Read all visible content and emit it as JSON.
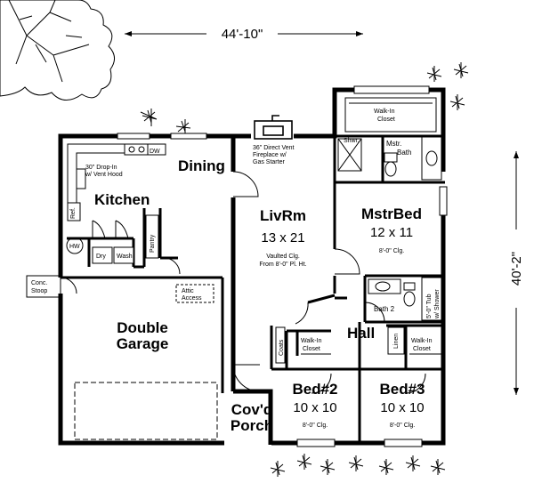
{
  "dimensions": {
    "width": "44'-10\"",
    "depth": "40'-2\""
  },
  "rooms": {
    "dining": {
      "label": "Dining"
    },
    "kitchen": {
      "label": "Kitchen"
    },
    "living": {
      "label": "LivRm",
      "size": "13 x 21",
      "note1": "Vaulted Clg.",
      "note2": "From 8'-0\" Pl. Ht."
    },
    "master_bed": {
      "label": "MstrBed",
      "size": "12 x 11",
      "ceiling": "8'-0\" Clg."
    },
    "master_bath": {
      "label1": "Mstr.",
      "label2": "Bath"
    },
    "bath2": {
      "label": "Bath 2"
    },
    "hall": {
      "label": "Hall"
    },
    "bed2": {
      "label": "Bed#2",
      "size": "10 x 10",
      "ceiling": "8'-0\" Clg."
    },
    "bed3": {
      "label": "Bed#3",
      "size": "10 x 10",
      "ceiling": "8'-0\" Clg."
    },
    "garage": {
      "label1": "Double",
      "label2": "Garage"
    },
    "porch": {
      "label1": "Cov'd",
      "label2": "Porch"
    },
    "stoop": {
      "label1": "Conc.",
      "label2": "Stoop"
    }
  },
  "labels": {
    "drop_in1": "30\" Drop-In",
    "drop_in2": "w/ Vent Hood",
    "dw": "DW",
    "fireplace1": "36\" Direct Vent",
    "fireplace2": "Fireplace w/",
    "fireplace3": "Gas Starter",
    "ref": "Ref.",
    "pantry": "Pantry",
    "hw": "HW",
    "dry": "Dry",
    "wash": "Wash",
    "attic1": "Attic",
    "attic2": "Access",
    "walkin_top1": "Walk-In",
    "walkin_top2": "Closet",
    "shwr": "Shwr.",
    "tub1": "5'-0\" Tub",
    "tub2": "w/ Shower",
    "linen": "Linen",
    "coats": "Coats",
    "walkin_closet": "Walk-In",
    "closet": "Closet"
  }
}
